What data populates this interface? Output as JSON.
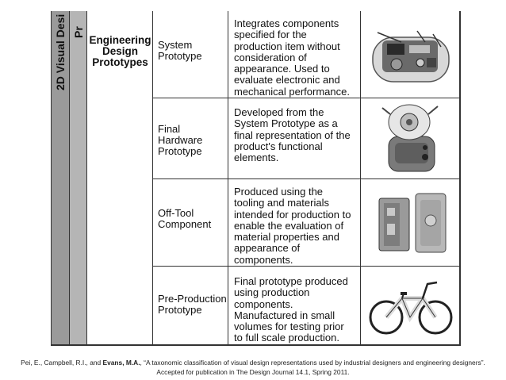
{
  "columns": {
    "col1_label": "2D Visual Desi",
    "col2_label": "Pr",
    "category_label": "Engineering Design Prototypes"
  },
  "rows": [
    {
      "name": "System Prototype",
      "description": "Integrates components specified for the production item without consideration of appearance. Used to evaluate electronic and mechanical performance.",
      "image_icon": "electronic-assembly-photo"
    },
    {
      "name": "Final Hardware Prototype",
      "description": "Developed from the System Prototype as a final representation of the product's functional elements.",
      "image_icon": "hardware-device-photo"
    },
    {
      "name": "Off-Tool Component",
      "description": "Produced using the tooling and materials intended for production to enable the evaluation of material properties and appearance of components.",
      "image_icon": "molded-parts-photo"
    },
    {
      "name": "Pre-Production Prototype",
      "description": "Final prototype produced using production components. Manufactured in small volumes for testing prior to full scale production.",
      "image_icon": "bicycle-photo"
    }
  ],
  "caption": {
    "authors_plain": "Pei, E., Campbell, R.I., and ",
    "authors_bold": "Evans, M.A.",
    "citation": ", “A taxonomic classification of visual design representations used by industrial designers and engineering designers”.",
    "line2": "Accepted for publication in The Design Journal 14.1, Spring 2011."
  }
}
